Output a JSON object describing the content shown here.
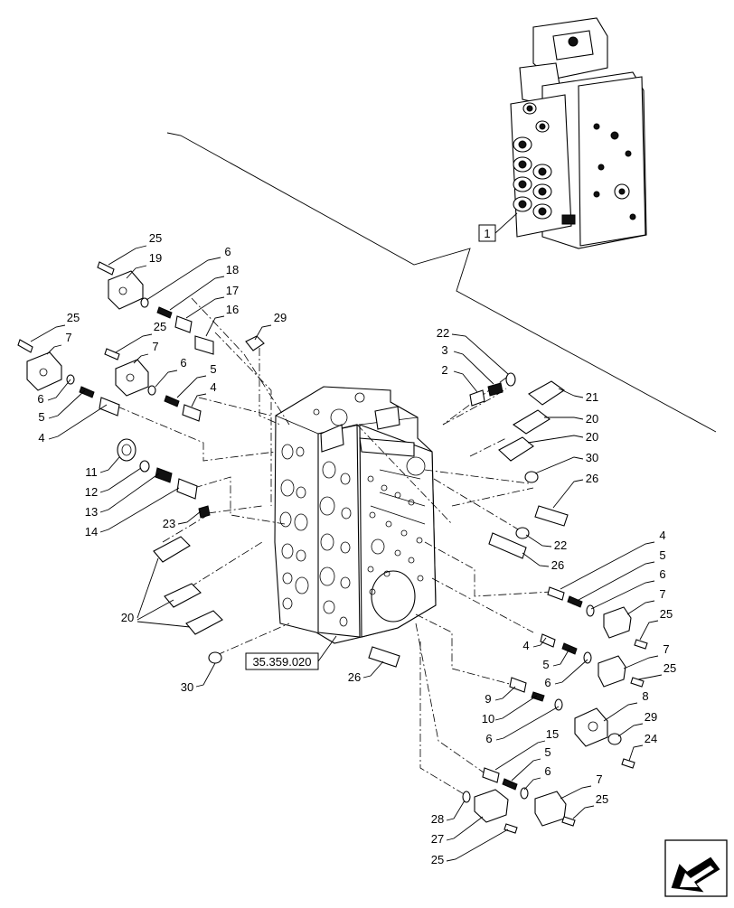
{
  "reference_box": "1",
  "section_ref": "35.359.020",
  "callouts": [
    {
      "id": "c25a",
      "label": "25"
    },
    {
      "id": "c19",
      "label": "19"
    },
    {
      "id": "c6a",
      "label": "6"
    },
    {
      "id": "c18",
      "label": "18"
    },
    {
      "id": "c17",
      "label": "17"
    },
    {
      "id": "c16",
      "label": "16"
    },
    {
      "id": "c29a",
      "label": "29"
    },
    {
      "id": "c25b",
      "label": "25"
    },
    {
      "id": "c7a",
      "label": "7"
    },
    {
      "id": "c25c",
      "label": "25"
    },
    {
      "id": "c7b",
      "label": "7"
    },
    {
      "id": "c6b",
      "label": "6"
    },
    {
      "id": "c5a",
      "label": "5"
    },
    {
      "id": "c6c",
      "label": "6"
    },
    {
      "id": "c5b",
      "label": "5"
    },
    {
      "id": "c4a",
      "label": "4"
    },
    {
      "id": "c4b",
      "label": "4"
    },
    {
      "id": "c22a",
      "label": "22"
    },
    {
      "id": "c3",
      "label": "3"
    },
    {
      "id": "c2",
      "label": "2"
    },
    {
      "id": "c21",
      "label": "21"
    },
    {
      "id": "c20a",
      "label": "20"
    },
    {
      "id": "c20b",
      "label": "20"
    },
    {
      "id": "c30a",
      "label": "30"
    },
    {
      "id": "c26a",
      "label": "26"
    },
    {
      "id": "c11",
      "label": "11"
    },
    {
      "id": "c12",
      "label": "12"
    },
    {
      "id": "c13",
      "label": "13"
    },
    {
      "id": "c14",
      "label": "14"
    },
    {
      "id": "c23",
      "label": "23"
    },
    {
      "id": "c22b",
      "label": "22"
    },
    {
      "id": "c26b",
      "label": "26"
    },
    {
      "id": "c20c",
      "label": "20"
    },
    {
      "id": "c4c",
      "label": "4"
    },
    {
      "id": "c5c",
      "label": "5"
    },
    {
      "id": "c6d",
      "label": "6"
    },
    {
      "id": "c7c",
      "label": "7"
    },
    {
      "id": "c25d",
      "label": "25"
    },
    {
      "id": "c4d",
      "label": "4"
    },
    {
      "id": "c5d",
      "label": "5"
    },
    {
      "id": "c6e",
      "label": "6"
    },
    {
      "id": "c7d",
      "label": "7"
    },
    {
      "id": "c25e",
      "label": "25"
    },
    {
      "id": "c30b",
      "label": "30"
    },
    {
      "id": "c26c",
      "label": "26"
    },
    {
      "id": "c9",
      "label": "9"
    },
    {
      "id": "c8",
      "label": "8"
    },
    {
      "id": "c10",
      "label": "10"
    },
    {
      "id": "c29b",
      "label": "29"
    },
    {
      "id": "c6f",
      "label": "6"
    },
    {
      "id": "c24",
      "label": "24"
    },
    {
      "id": "c15",
      "label": "15"
    },
    {
      "id": "c5e",
      "label": "5"
    },
    {
      "id": "c6g",
      "label": "6"
    },
    {
      "id": "c7e",
      "label": "7"
    },
    {
      "id": "c28",
      "label": "28"
    },
    {
      "id": "c25f",
      "label": "25"
    },
    {
      "id": "c27",
      "label": "27"
    },
    {
      "id": "c25g",
      "label": "25"
    }
  ],
  "icons": {
    "nav_arrow": "arrow-down-left-icon"
  }
}
